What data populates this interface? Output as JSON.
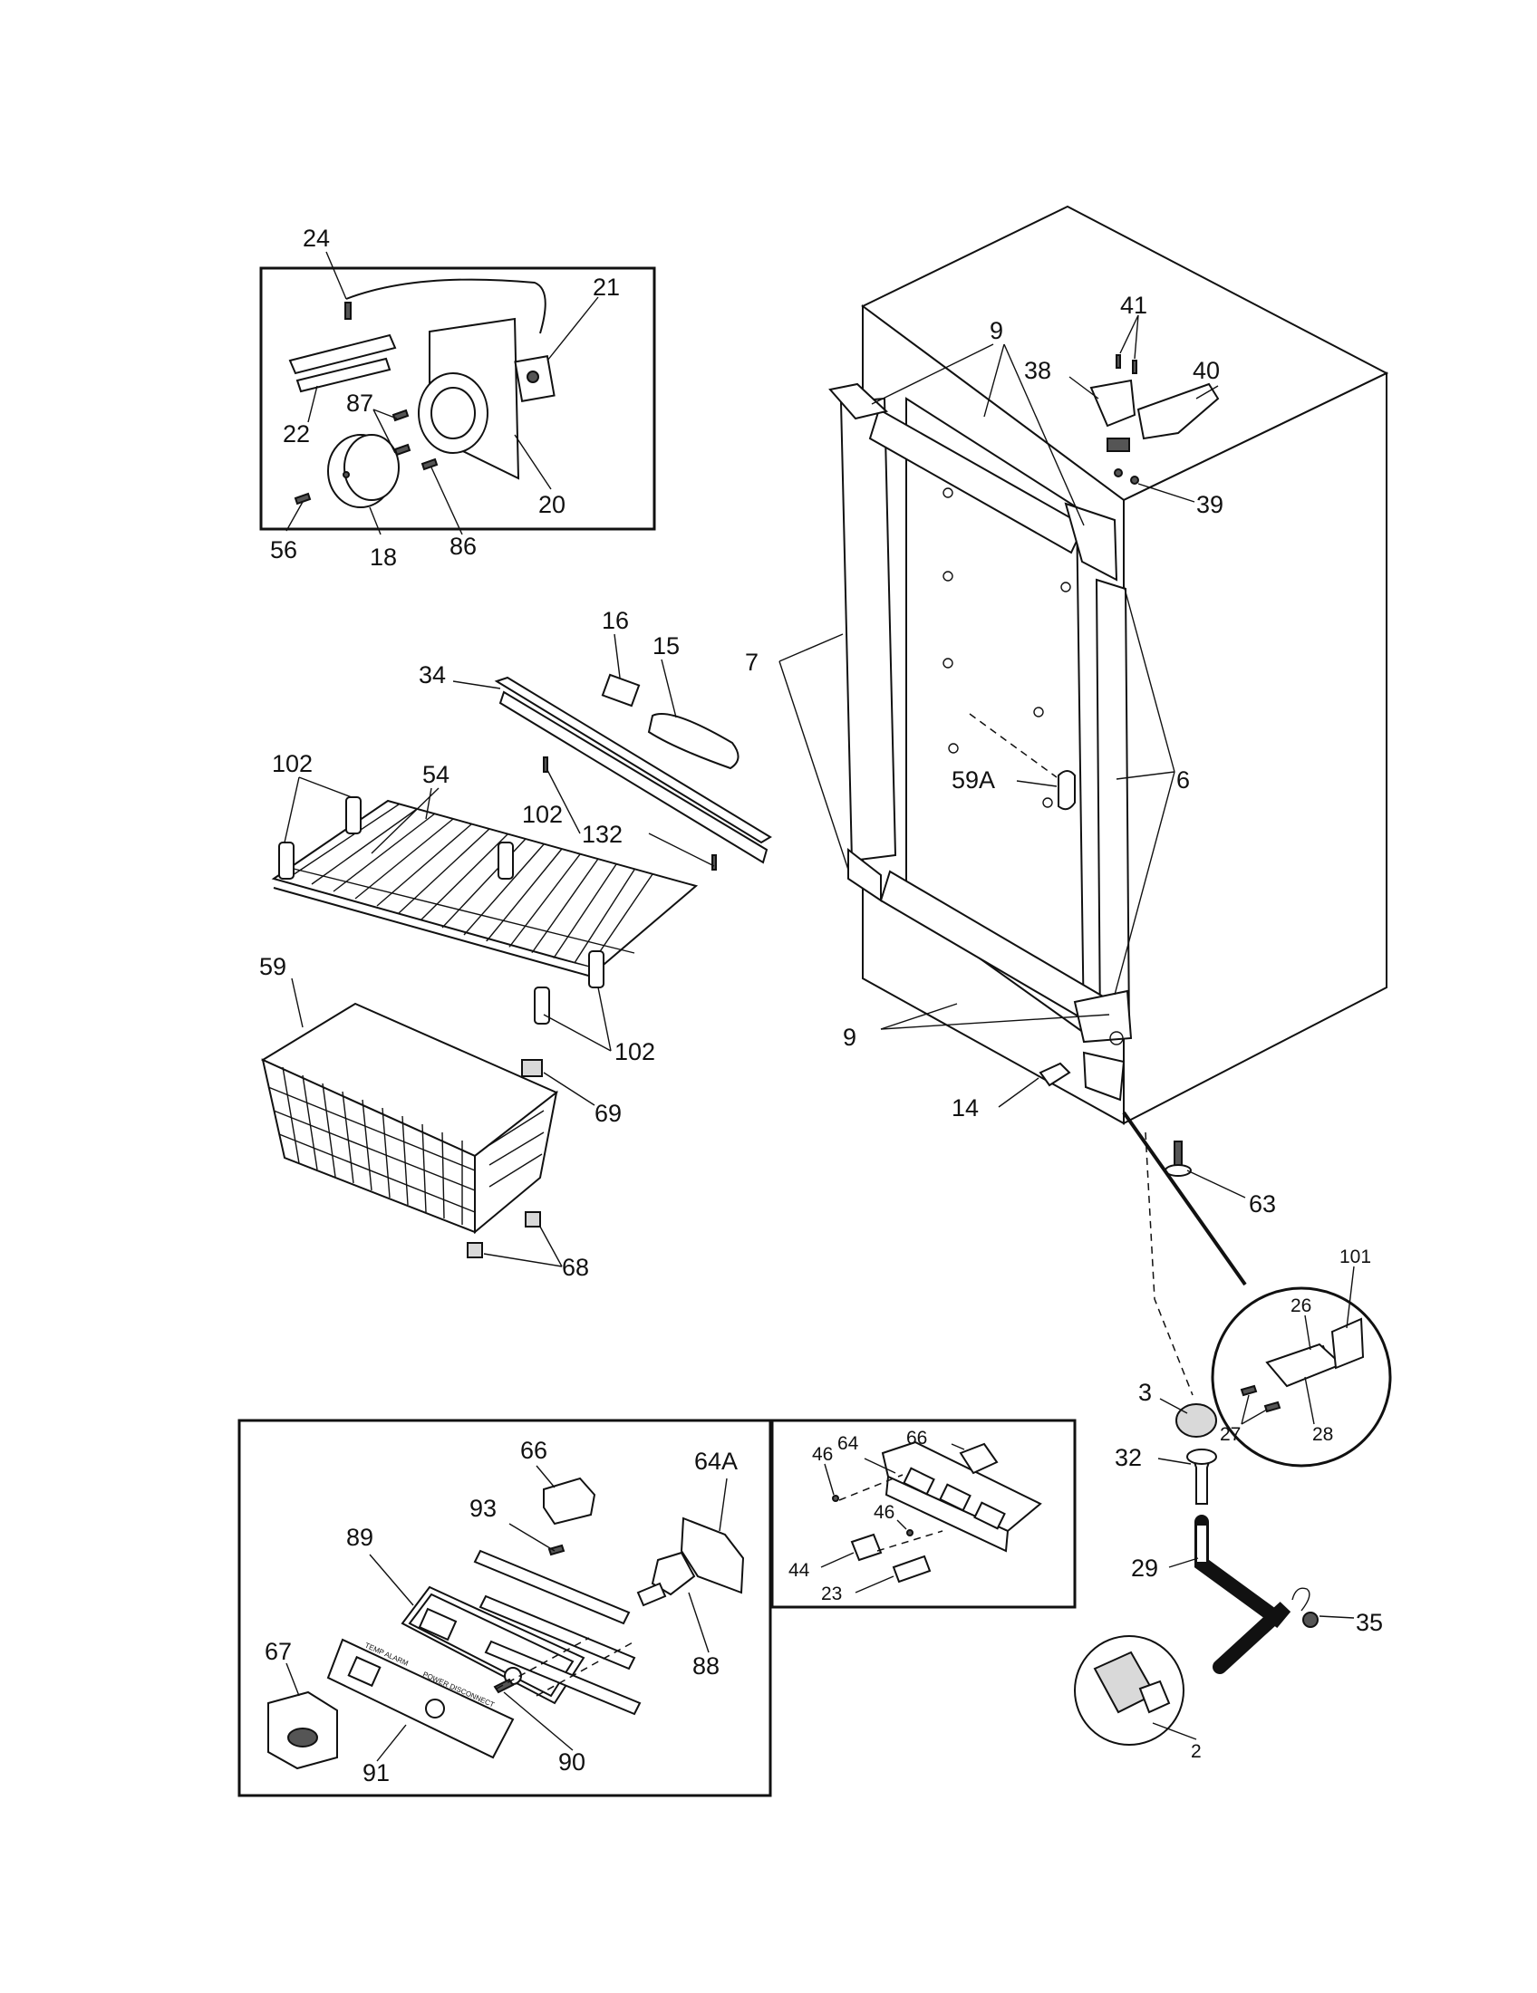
{
  "labels": {
    "l24": "24",
    "l21": "21",
    "l87": "87",
    "l22": "22",
    "l20": "20",
    "l56": "56",
    "l18": "18",
    "l86": "86",
    "l16": "16",
    "l15": "15",
    "l34": "34",
    "l132": "132",
    "l102a": "102",
    "l54": "54",
    "l102b": "102",
    "l102c": "102",
    "l59": "59",
    "l69": "69",
    "l68": "68",
    "l9a": "9",
    "l41": "41",
    "l38": "38",
    "l40": "40",
    "l39": "39",
    "l7": "7",
    "l59A": "59A",
    "l6": "6",
    "l9b": "9",
    "l14": "14",
    "l63": "63",
    "l26": "26",
    "l101": "101",
    "l3": "3",
    "l27": "27",
    "l28": "28",
    "l32": "32",
    "l29": "29",
    "l35": "35",
    "l2": "2",
    "l66a": "66",
    "l64A": "64A",
    "l93": "93",
    "l89": "89",
    "l67": "67",
    "l88": "88",
    "l91": "91",
    "l90": "90",
    "l46a": "46",
    "l64": "64",
    "l66b": "66",
    "l46b": "46",
    "l44": "44",
    "l23": "23"
  },
  "panel_text": {
    "temp_alarm": "TEMP ALARM",
    "power_disconnect": "POWER DISCONNECT"
  }
}
